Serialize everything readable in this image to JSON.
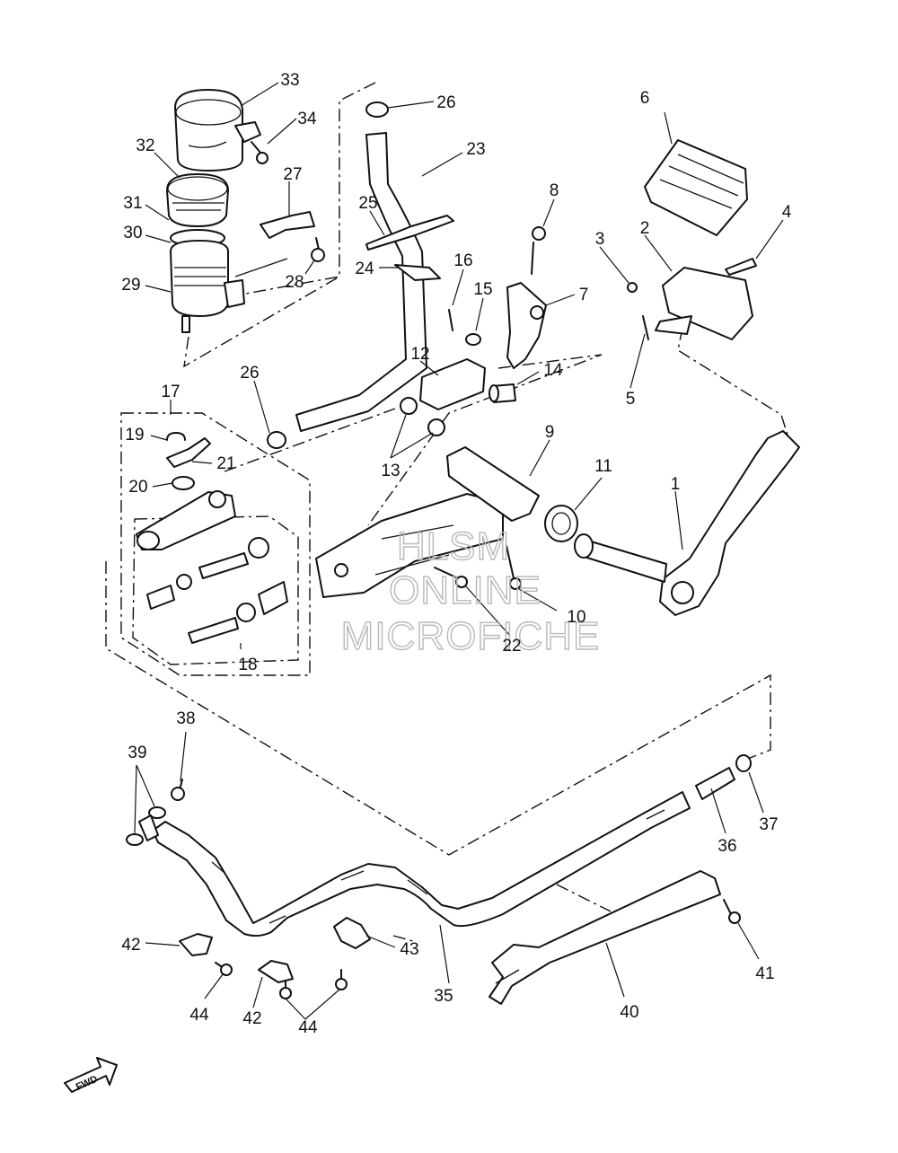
{
  "watermark": {
    "line1": "HLSM",
    "line2": "ONLINE",
    "line3": "MICROFICHE"
  },
  "fwd_label": "FWD",
  "callouts": {
    "c1": "1",
    "c2": "2",
    "c3": "3",
    "c4": "4",
    "c5": "5",
    "c6": "6",
    "c7": "7",
    "c8": "8",
    "c9": "9",
    "c10": "10",
    "c11": "11",
    "c12": "12",
    "c13": "13",
    "c14": "14",
    "c15": "15",
    "c16": "16",
    "c17": "17",
    "c18": "18",
    "c19": "19",
    "c20": "20",
    "c21": "21",
    "c22": "22",
    "c23": "23",
    "c24": "24",
    "c25": "25",
    "c26": "26",
    "c27": "27",
    "c28": "28",
    "c29": "29",
    "c30": "30",
    "c31": "31",
    "c32": "32",
    "c33": "33",
    "c34": "34",
    "c35": "35",
    "c36": "36",
    "c37": "37",
    "c38": "38",
    "c39": "39",
    "c40": "40",
    "c41": "41",
    "c42": "42",
    "c43": "43",
    "c44": "44"
  }
}
